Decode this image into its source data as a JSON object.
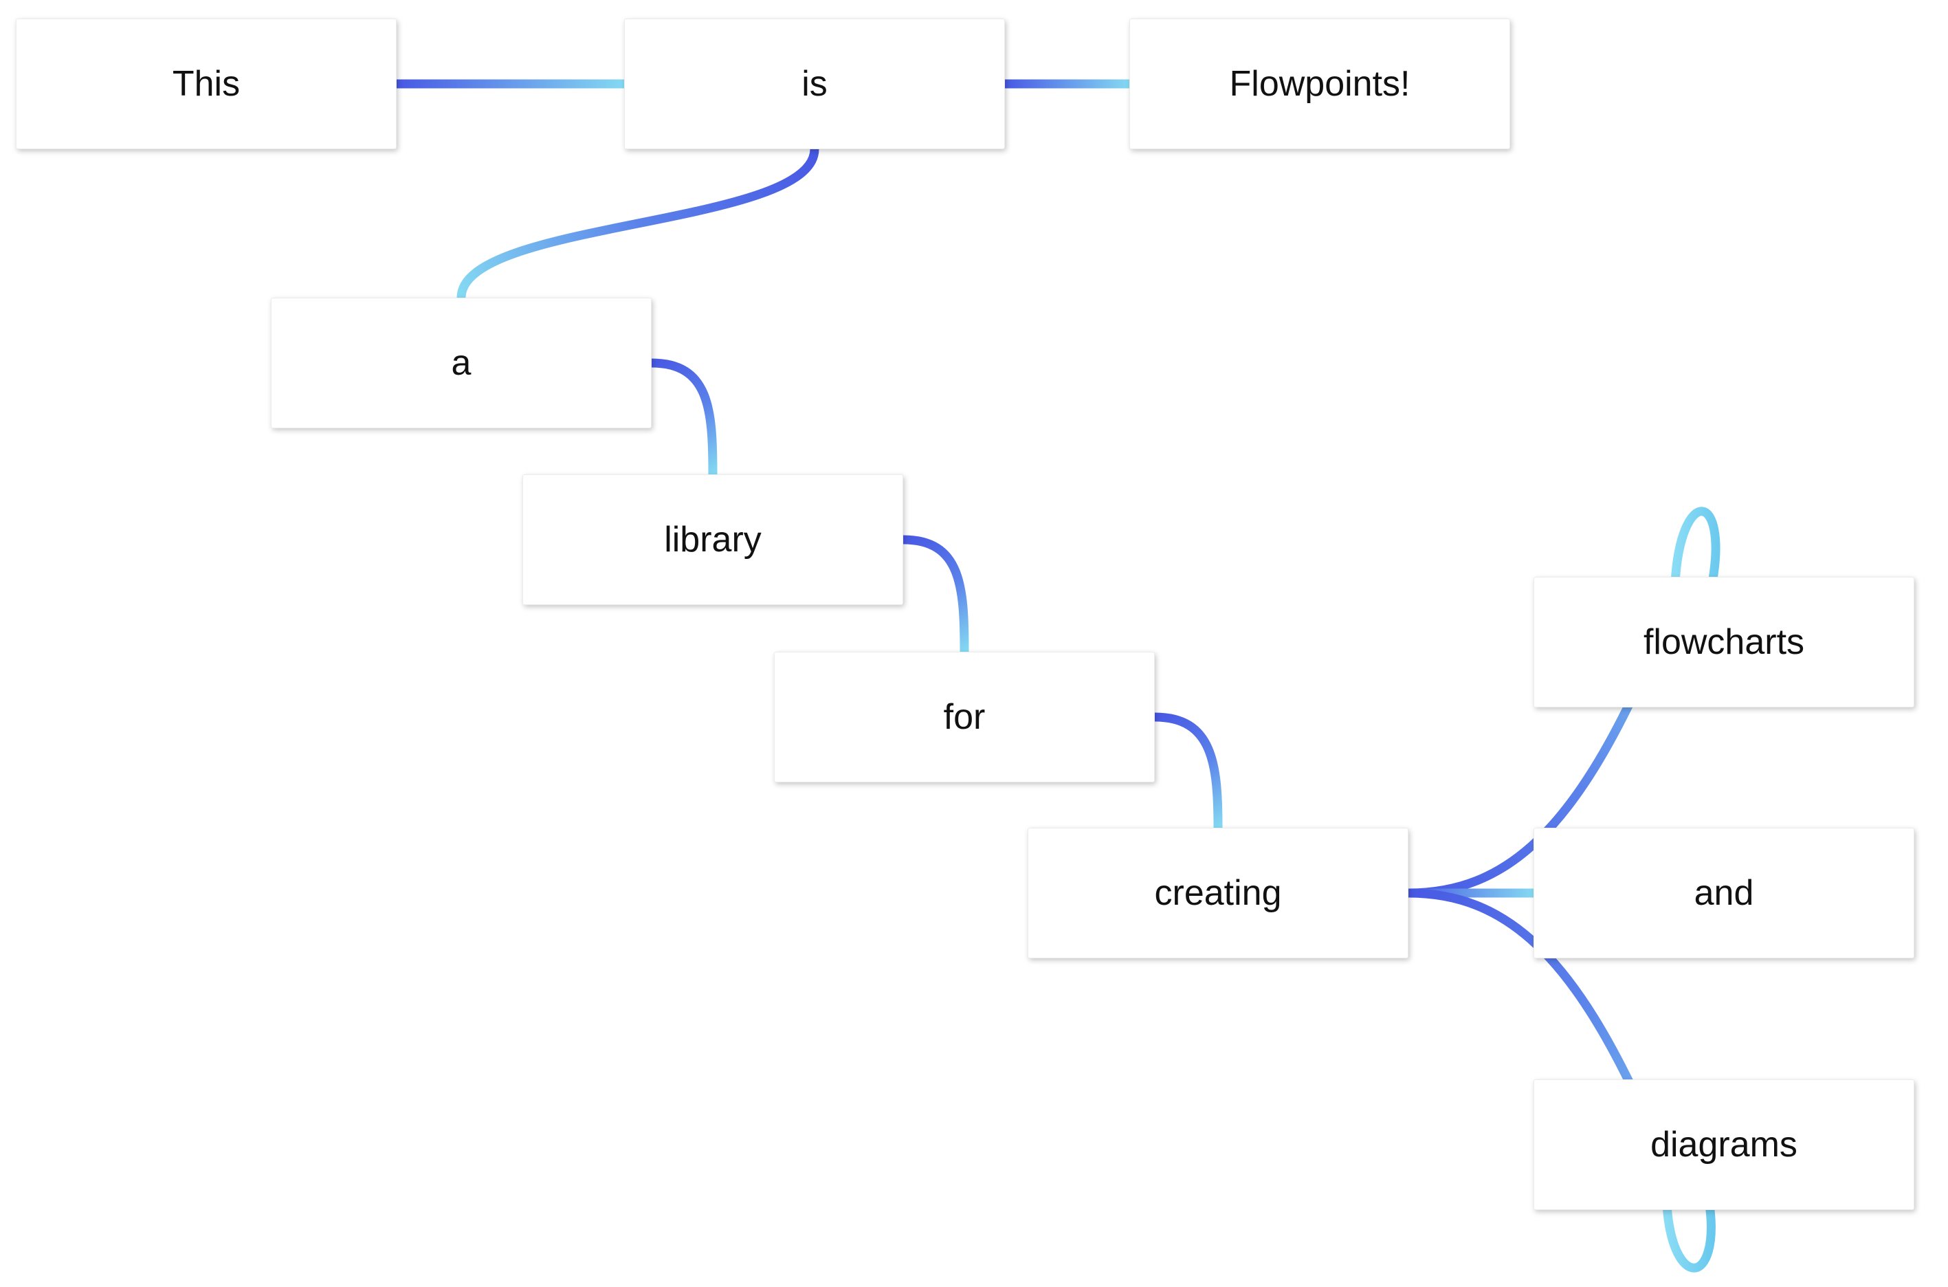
{
  "canvas": {
    "background": "#ffffff"
  },
  "nodes": [
    {
      "id": "this",
      "label": "This"
    },
    {
      "id": "is",
      "label": "is"
    },
    {
      "id": "flowpoints",
      "label": "Flowpoints!"
    },
    {
      "id": "a",
      "label": "a"
    },
    {
      "id": "library",
      "label": "library"
    },
    {
      "id": "for",
      "label": "for"
    },
    {
      "id": "creating",
      "label": "creating"
    },
    {
      "id": "flowcharts",
      "label": "flowcharts"
    },
    {
      "id": "and",
      "label": "and"
    },
    {
      "id": "diagrams",
      "label": "diagrams"
    }
  ],
  "edges": [
    {
      "from": "This",
      "to": "is",
      "type": "link"
    },
    {
      "from": "is",
      "to": "Flowpoints!",
      "type": "link"
    },
    {
      "from": "is",
      "to": "a",
      "type": "link"
    },
    {
      "from": "a",
      "to": "library",
      "type": "link"
    },
    {
      "from": "library",
      "to": "for",
      "type": "link"
    },
    {
      "from": "for",
      "to": "creating",
      "type": "link"
    },
    {
      "from": "creating",
      "to": "flowcharts",
      "type": "link"
    },
    {
      "from": "creating",
      "to": "and",
      "type": "link"
    },
    {
      "from": "creating",
      "to": "diagrams",
      "type": "link"
    },
    {
      "from": "flowcharts",
      "to": "flowcharts",
      "type": "self-loop"
    },
    {
      "from": "diagrams",
      "to": "diagrams",
      "type": "self-loop"
    }
  ],
  "colors": {
    "edge_start": "#4859e4",
    "edge_mid": "#5b82ea",
    "edge_end": "#84d9f2",
    "loop_start": "#8adcf5",
    "loop_end": "#64c5ed",
    "node_background": "#ffffff",
    "node_border": "#ececec",
    "node_text": "#111111",
    "canvas_background": "#ffffff"
  }
}
